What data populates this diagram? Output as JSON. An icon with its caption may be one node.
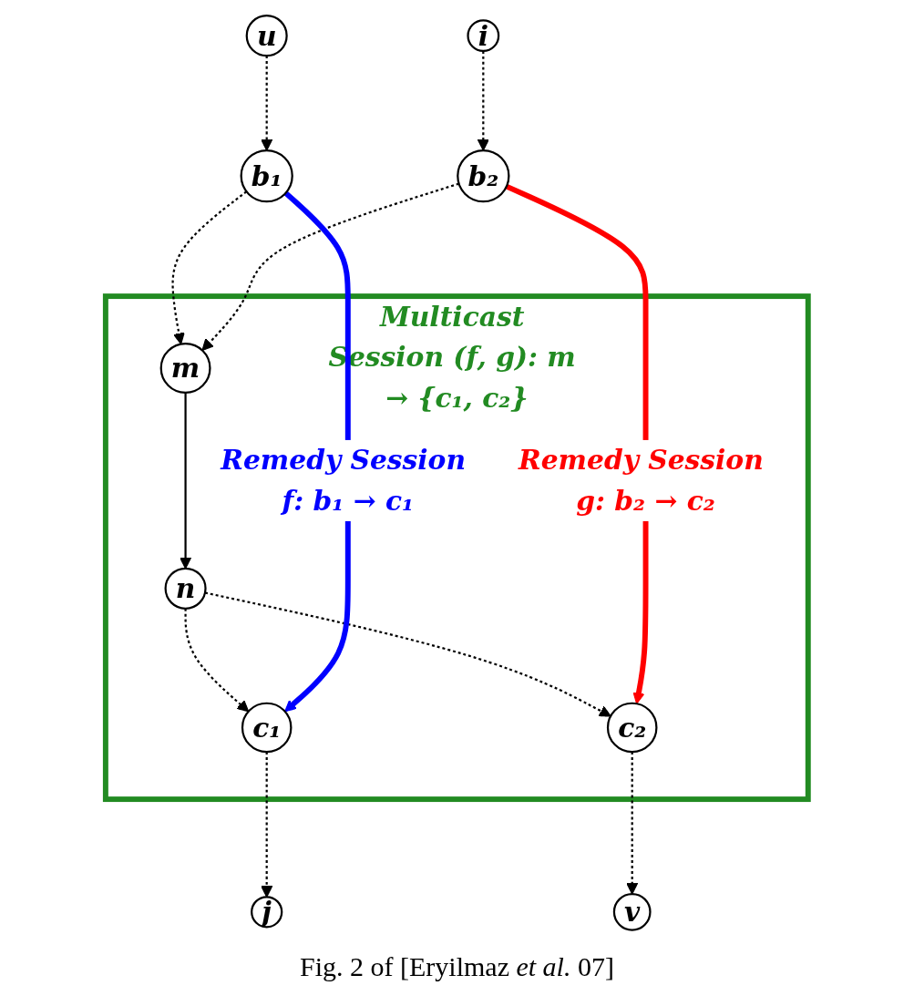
{
  "diagram": {
    "caption": "Fig. 2 of [Eryilmaz *et al.* 07]",
    "nodes": [
      {
        "text": [
          "u"
        ]
      },
      {
        "text": [
          "i"
        ]
      },
      {
        "text": [
          "b₁"
        ]
      },
      {
        "text": [
          "b₂"
        ]
      },
      {
        "text": [
          "Multicast Session (f, g): m → {c₁, c₂}"
        ]
      },
      {
        "text": [
          "m"
        ],
        "in": 4
      },
      {
        "text": [
          "n"
        ],
        "in": 4
      },
      {
        "text": [
          "c₁"
        ],
        "in": 4
      },
      {
        "text": [
          "c₂"
        ],
        "in": 4
      },
      {
        "text": [
          "j"
        ]
      },
      {
        "text": [
          "v"
        ]
      }
    ],
    "edges": [
      {
        "from": 0,
        "to": 2,
        "arrow": "to",
        "style": "dashed"
      },
      {
        "from": 1,
        "to": 3,
        "arrow": "to",
        "style": "dashed"
      },
      {
        "from": 2,
        "to": 5,
        "arrow": "to",
        "style": "dashed"
      },
      {
        "from": 3,
        "to": 5,
        "arrow": "to",
        "style": "dashed"
      },
      {
        "from": 5,
        "to": 6,
        "arrow": "to"
      },
      {
        "from": 6,
        "to": 7,
        "arrow": "to",
        "style": "dashed"
      },
      {
        "from": 6,
        "to": 8,
        "arrow": "to",
        "style": "dashed"
      },
      {
        "from": 7,
        "to": 9,
        "arrow": "to",
        "style": "dashed"
      },
      {
        "from": 8,
        "to": 10,
        "arrow": "to",
        "style": "dashed"
      },
      {
        "from": 2,
        "to": 7,
        "arrow": "to",
        "style": "thick",
        "color": "#0000ff",
        "label": "Remedy Session f: b₁ → c₁"
      },
      {
        "from": 3,
        "to": 8,
        "arrow": "to",
        "style": "thick",
        "color": "#ff0000",
        "label": "Remedy Session g: b₂ → c₂"
      }
    ]
  }
}
